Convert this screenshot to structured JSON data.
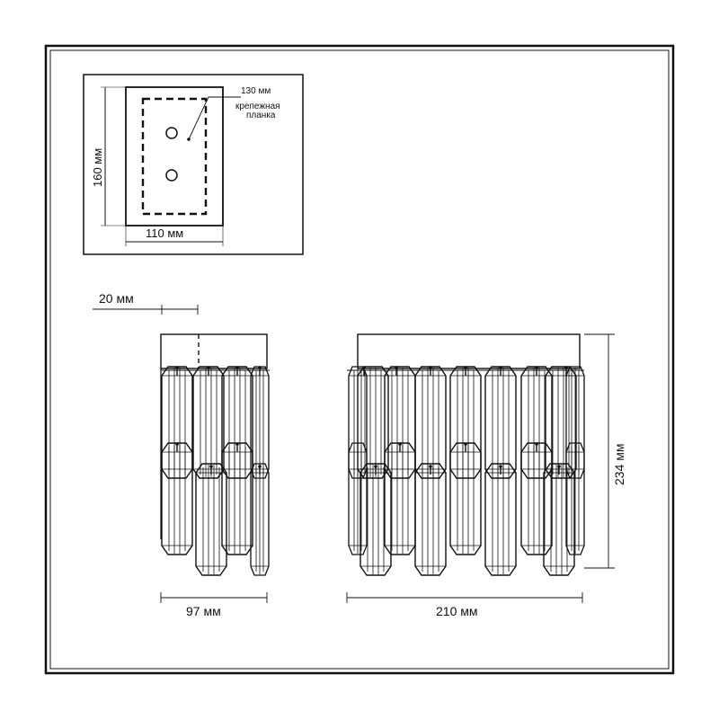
{
  "mount_plate": {
    "depth_dim": "130 мм",
    "plate_label_line1": "крепежная",
    "plate_label_line2": "планка",
    "height_dim": "160 мм",
    "width_dim": "110 мм"
  },
  "side_view": {
    "offset_dim": "20 мм",
    "width_dim": "97 мм"
  },
  "front_view": {
    "height_dim": "234 мм",
    "width_dim": "210 мм"
  },
  "colors": {
    "line": "#111111",
    "background": "#ffffff"
  }
}
